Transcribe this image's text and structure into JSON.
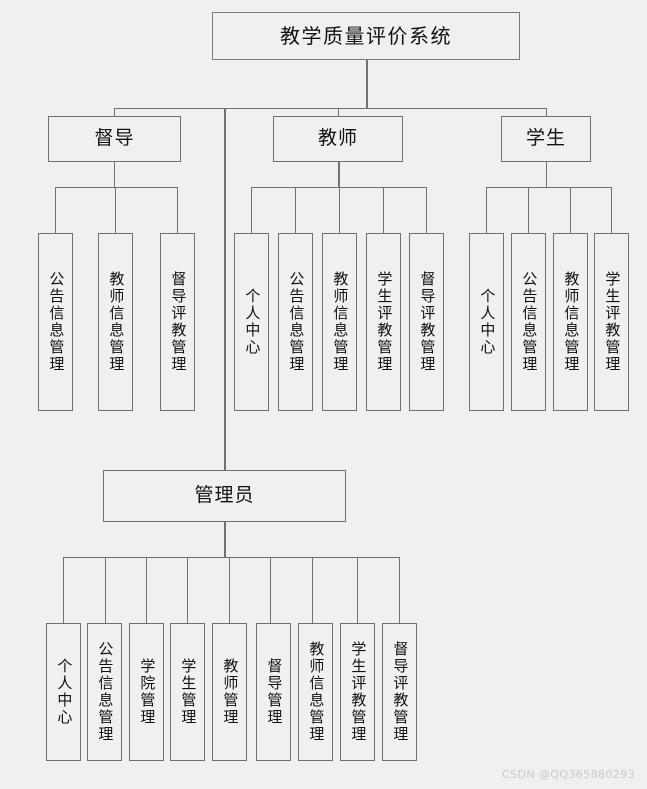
{
  "diagram": {
    "title": "教学质量评价系统",
    "type": "organization-hierarchy",
    "watermark": "CSDN @QQ365880293",
    "colors": {
      "background": "#f0f0f0",
      "box_fill": "#f0f0f0",
      "box_border": "#6e7073",
      "line": "#6e7073",
      "text": "#111111",
      "watermark": "#c9c9c9"
    },
    "root": {
      "label": "教学质量评价系统"
    },
    "branches": [
      {
        "label": "督导",
        "children": [
          {
            "label": "公告信息管理"
          },
          {
            "label": "教师信息管理"
          },
          {
            "label": "督导评教管理"
          }
        ]
      },
      {
        "label": "教师",
        "children": [
          {
            "label": "个人中心"
          },
          {
            "label": "公告信息管理"
          },
          {
            "label": "教师信息管理"
          },
          {
            "label": "学生评教管理"
          },
          {
            "label": "督导评教管理"
          }
        ]
      },
      {
        "label": "学生",
        "children": [
          {
            "label": "个人中心"
          },
          {
            "label": "公告信息管理"
          },
          {
            "label": "教师信息管理"
          },
          {
            "label": "学生评教管理"
          }
        ]
      }
    ],
    "admin": {
      "label": "管理员",
      "children": [
        {
          "label": "个人中心"
        },
        {
          "label": "公告信息管理"
        },
        {
          "label": "学院管理"
        },
        {
          "label": "学生管理"
        },
        {
          "label": "教师管理"
        },
        {
          "label": "督导管理"
        },
        {
          "label": "教师信息管理"
        },
        {
          "label": "学生评教管理"
        },
        {
          "label": "督导评教管理"
        }
      ]
    }
  }
}
